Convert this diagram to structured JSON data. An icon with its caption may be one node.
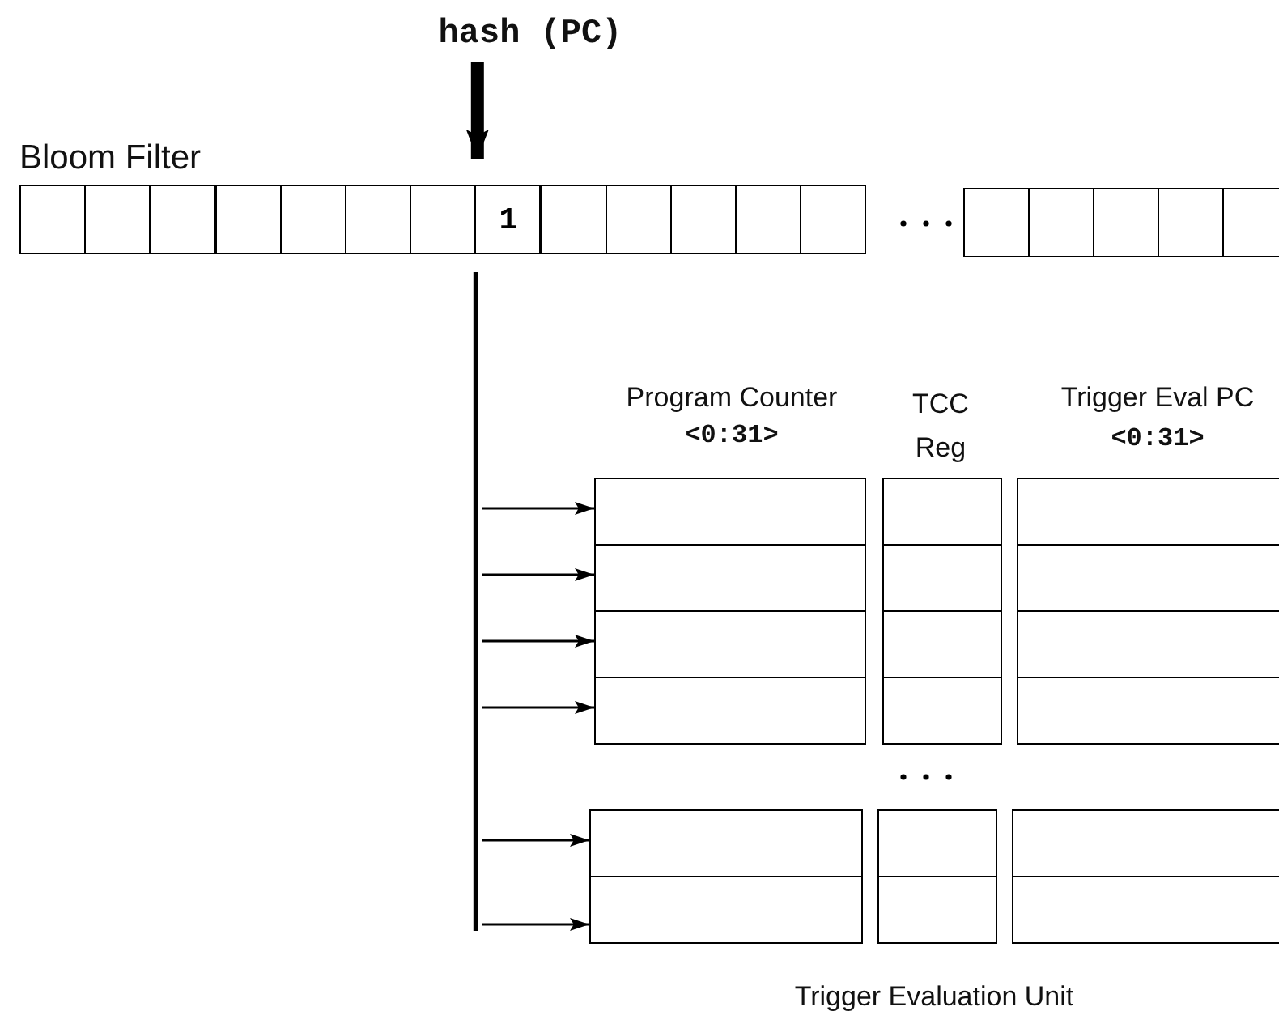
{
  "diagram": {
    "nodes": [
      {
        "text": [
          "hash (PC)"
        ]
      },
      {
        "text": [],
        "shape": "box"
      },
      {
        "text": [],
        "shape": "box"
      },
      {
        "text": [],
        "shape": "box"
      },
      {
        "text": [],
        "shape": "box"
      },
      {
        "text": [],
        "shape": "box"
      },
      {
        "text": [],
        "shape": "box"
      },
      {
        "text": [],
        "shape": "box"
      },
      {
        "text": [
          "1"
        ]
      },
      {
        "text": [],
        "shape": "box"
      },
      {
        "text": [],
        "shape": "box"
      },
      {
        "text": [],
        "shape": "box"
      },
      {
        "text": [],
        "shape": "box"
      },
      {
        "text": [],
        "shape": "box"
      },
      {
        "text": [],
        "shape": "box"
      },
      {
        "text": [],
        "shape": "box"
      },
      {
        "text": [],
        "shape": "box"
      },
      {
        "text": [],
        "shape": "box"
      },
      {
        "text": [],
        "shape": "box"
      },
      {
        "text": [],
        "shape": "box"
      },
      {
        "text": [],
        "shape": "box"
      },
      {
        "text": [],
        "shape": "box"
      },
      {
        "text": [],
        "shape": "box"
      },
      {
        "text": [],
        "shape": "box"
      },
      {
        "text": [],
        "shape": "box"
      },
      {
        "text": [],
        "shape": "box"
      },
      {
        "text": [],
        "shape": "box"
      },
      {
        "text": [],
        "shape": "box"
      },
      {
        "text": [],
        "shape": "box"
      },
      {
        "text": [],
        "shape": "box"
      },
      {
        "text": [],
        "shape": "box"
      },
      {
        "text": [],
        "shape": "box"
      },
      {
        "text": [],
        "shape": "box"
      },
      {
        "text": [],
        "shape": "box"
      },
      {
        "text": [],
        "shape": "box"
      },
      {
        "text": [],
        "shape": "box"
      },
      {
        "text": [],
        "shape": "box"
      }
    ],
    "edges": [
      {
        "from": 0,
        "to": 8,
        "arrow": "to",
        "style": "thick"
      },
      {
        "from": 8,
        "to": 19,
        "arrow": "to"
      },
      {
        "from": 8,
        "to": 22,
        "arrow": "to"
      },
      {
        "from": 8,
        "to": 25,
        "arrow": "to"
      },
      {
        "from": 8,
        "to": 28,
        "arrow": "to"
      },
      {
        "from": 8,
        "to": 31,
        "arrow": "to"
      },
      {
        "from": 8,
        "to": 34,
        "arrow": "to"
      }
    ],
    "labels": [
      "Bloom Filter",
      "Program Counter",
      "<0:31>",
      "TCC Reg",
      "Trigger Eval PC",
      "<0:31>",
      "Trigger Evaluation Unit"
    ]
  }
}
